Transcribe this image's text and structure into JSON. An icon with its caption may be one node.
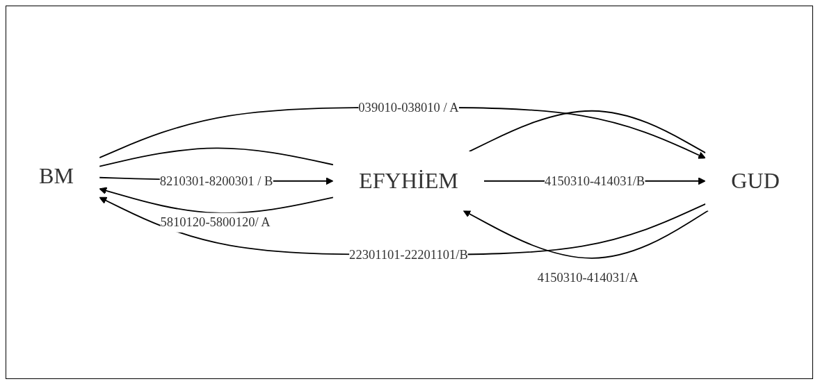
{
  "diagram": {
    "nodes": [
      {
        "text": [
          "BM"
        ]
      },
      {
        "text": [
          "EFYHİEM"
        ]
      },
      {
        "text": [
          "GUD"
        ]
      }
    ],
    "edges": [
      {
        "from": 0,
        "to": 1,
        "arrow": "none"
      },
      {
        "from": 1,
        "to": 2,
        "arrow": "none"
      },
      {
        "from": 2,
        "to": 0,
        "arrow": "to",
        "label": "22301101-22201101/B"
      },
      {
        "from": 0,
        "to": 2,
        "arrow": "to",
        "label": "039010-038010 / A"
      },
      {
        "from": 1,
        "to": 0,
        "arrow": "to",
        "label": "5810120-5800120/ A"
      },
      {
        "from": 0,
        "to": 1,
        "arrow": "to",
        "label": "8210301-8200301 / B"
      },
      {
        "from": 2,
        "to": 1,
        "arrow": "to",
        "label": "4150310-414031/A"
      },
      {
        "from": 1,
        "to": 2,
        "arrow": "to",
        "label": "4150310-414031/B"
      }
    ]
  }
}
